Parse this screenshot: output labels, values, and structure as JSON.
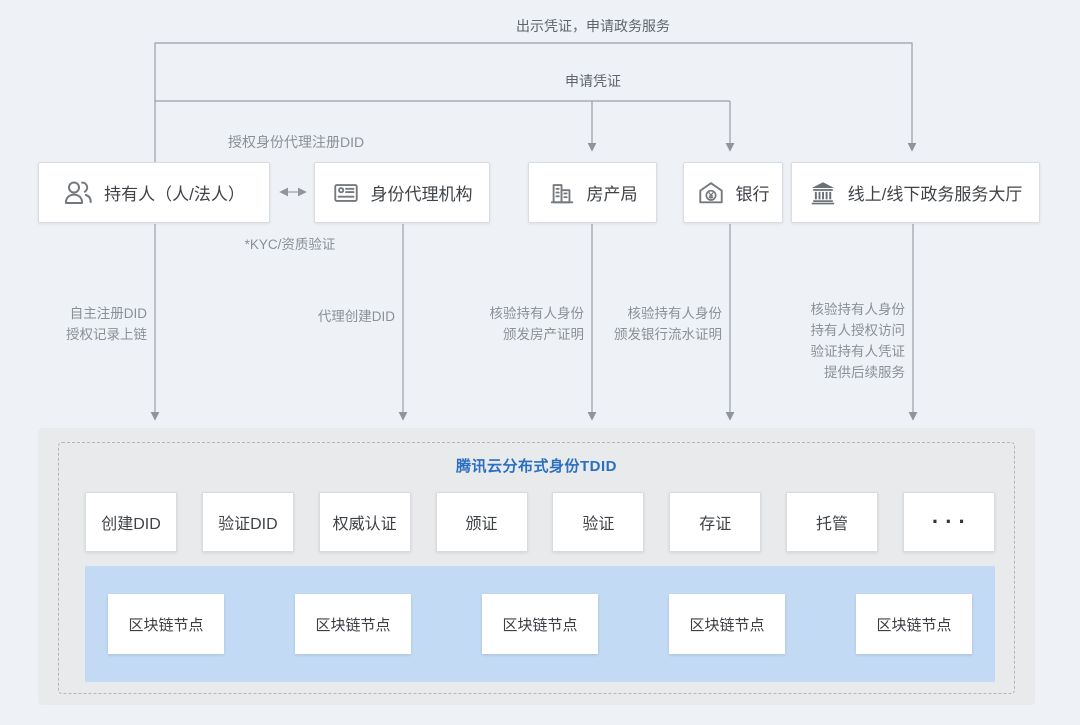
{
  "colors": {
    "background": "#eef2f6",
    "accent_blue": "#2a6fc0",
    "strip_blue": "#c3daf5",
    "line_gray": "#979da3"
  },
  "flows": {
    "present_credential": "出示凭证，申请政务服务",
    "apply_credential": "申请凭证",
    "authorize_agent": "授权身份代理注册DID",
    "kyc": "*KYC/资质验证",
    "holder_chain": "自主注册DID\n授权记录上链",
    "agent_chain": "代理创建DID",
    "estate_chain": "核验持有人身份\n颁发房产证明",
    "bank_chain": "核验持有人身份\n颁发银行流水证明",
    "hall_chain": "核验持有人身份\n持有人授权访问\n验证持有人凭证\n提供后续服务"
  },
  "entities": [
    {
      "label": "持有人（人/法人）",
      "icon": "people-icon"
    },
    {
      "label": "身份代理机构",
      "icon": "id-card-icon"
    },
    {
      "label": "房产局",
      "icon": "buildings-icon"
    },
    {
      "label": "银行",
      "icon": "bank-yen-icon"
    },
    {
      "label": "线上/线下政务服务大厅",
      "icon": "government-hall-icon"
    }
  ],
  "tdid": {
    "title": "腾讯云分布式身份TDID",
    "capabilities": [
      "创建DID",
      "验证DID",
      "权威认证",
      "颁证",
      "验证",
      "存证",
      "托管",
      "···"
    ],
    "nodes": [
      "区块链节点",
      "区块链节点",
      "区块链节点",
      "区块链节点",
      "区块链节点"
    ]
  }
}
